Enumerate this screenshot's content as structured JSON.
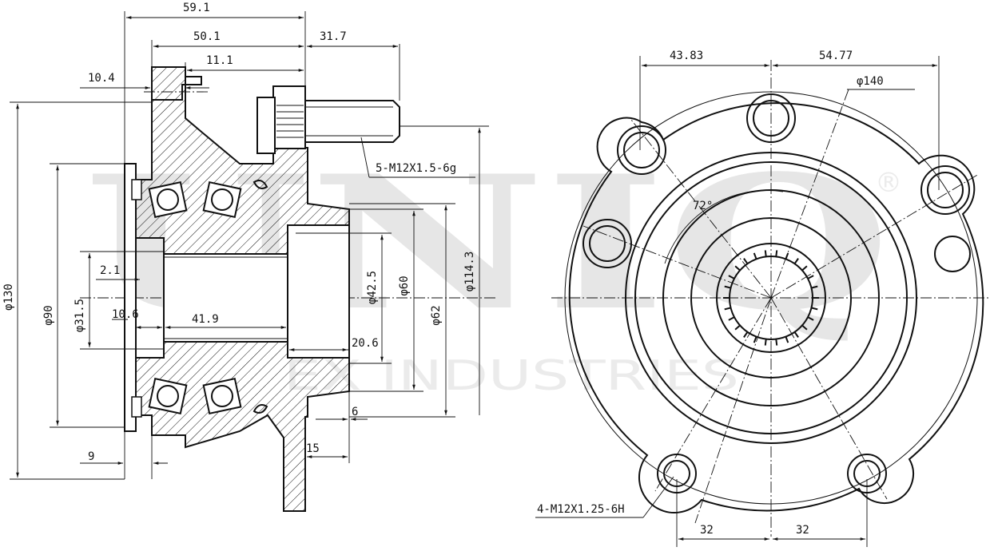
{
  "watermark": {
    "brand": "UNIQ",
    "registered": "®",
    "sub": "EX INDUSTRIES"
  },
  "side_view": {
    "dims": {
      "d591": "59.1",
      "d501": "50.1",
      "d317": "31.7",
      "d111": "11.1",
      "d104": "10.4",
      "d21": "2.1",
      "d106": "10.6",
      "d419": "41.9",
      "d206": "20.6",
      "d6": "6",
      "d15": "15",
      "d9": "9"
    },
    "diameters": {
      "phi130": "φ130",
      "phi90": "φ90",
      "phi315": "φ31.5",
      "phi425": "φ42.5",
      "phi60": "φ60",
      "phi62": "φ62",
      "phi1143": "φ114.3"
    },
    "callout_stud": "5-M12X1.5-6g"
  },
  "front_view": {
    "dims": {
      "d4383": "43.83",
      "d5477": "54.77",
      "phi140": "φ140",
      "angle": "72°",
      "d32a": "32",
      "d32b": "32"
    },
    "callout_holes": "4-M12X1.25-6H"
  }
}
